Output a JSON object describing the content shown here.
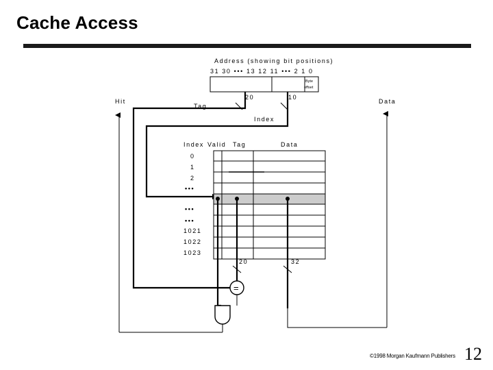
{
  "slide": {
    "title": "Cache Access",
    "page_number": "12",
    "copyright": "©1998 Morgan Kaufmann Publishers"
  },
  "diagram": {
    "address_label": "Address (showing bit positions)",
    "bit_positions": "31 30 ••• 13 12 11 ••• 2 1 0",
    "byte_offset_label": [
      "Byte",
      "offset"
    ],
    "tag_label": "Tag",
    "tag_bits": "20",
    "index_bits": "10",
    "index_label": "Index",
    "hit_label": "Hit",
    "data_label": "Data",
    "column_headers": {
      "index": "Index",
      "valid": "Valid",
      "tag": "Tag",
      "data": "Data"
    },
    "row_labels": [
      "0",
      "1",
      "2",
      "•••",
      "•••",
      "•••",
      "1021",
      "1022",
      "1023"
    ],
    "tag_output_bits": "20",
    "data_output_bits": "32",
    "comparator_symbol": "="
  }
}
